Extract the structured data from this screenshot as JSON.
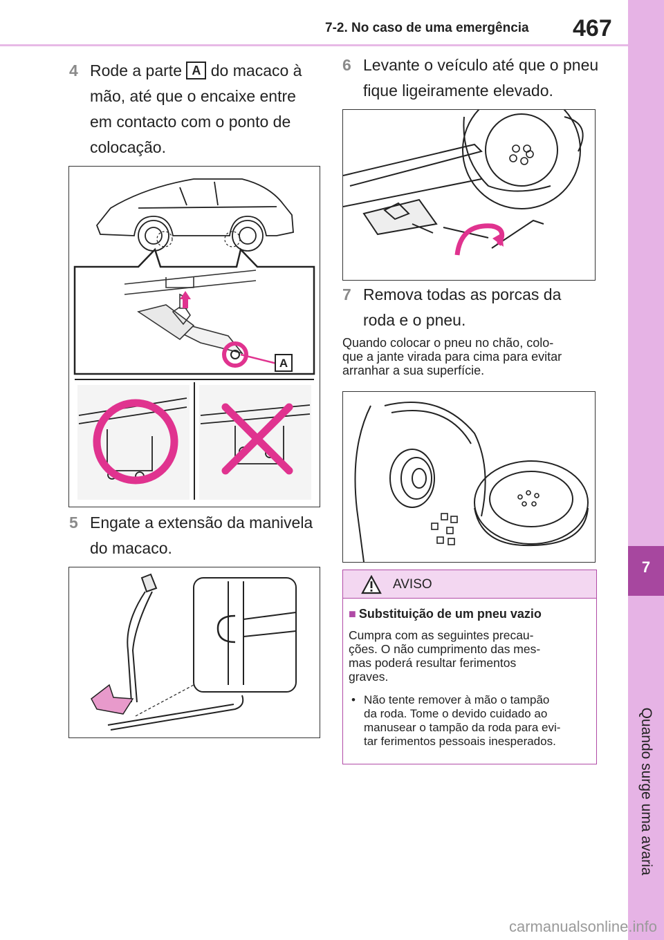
{
  "header": {
    "section_title": "7-2. No caso de uma emergência",
    "page_number": "467"
  },
  "side_tab": {
    "chapter_number": "7",
    "chapter_title": "Quando surge uma avaria"
  },
  "left_column": {
    "step4": {
      "number": "4",
      "text_before": "Rode a parte",
      "badge": "A",
      "text_after": "do macaco à",
      "lines": [
        "mão, até que o encaixe entre",
        "em contacto com o ponto de",
        "colocação."
      ]
    },
    "figure1_label": "A",
    "step5": {
      "number": "5",
      "lines": [
        "Engate a extensão da manivela",
        "do macaco."
      ]
    }
  },
  "right_column": {
    "step6": {
      "number": "6",
      "lines": [
        "Levante o veículo até que o pneu",
        "fique ligeiramente elevado."
      ]
    },
    "step7": {
      "number": "7",
      "lines": [
        "Remova todas as porcas da",
        "roda e o pneu."
      ]
    },
    "note_lines": [
      "Quando colocar o pneu no chão, colo-",
      "que a jante virada para cima para evitar",
      "arranhar a sua superfície."
    ]
  },
  "aviso": {
    "title": "AVISO",
    "subtitle": "Substituição de um pneu vazio",
    "body_lines": [
      "Cumpra com as seguintes precau-",
      "ções. O não cumprimento das mes-",
      "mas poderá resultar ferimentos",
      "graves."
    ],
    "bullet_lines": [
      "Não tente remover à mão o tampão",
      "da roda. Tome o devido cuidado ao",
      "manusear o tampão da roda para evi-",
      "tar ferimentos pessoais inesperados."
    ]
  },
  "watermark": "carmanualsonline.info",
  "colors": {
    "accent": "#e6b3e5",
    "chapter_box": "#a7479f",
    "marker_pink": "#e0338f"
  }
}
